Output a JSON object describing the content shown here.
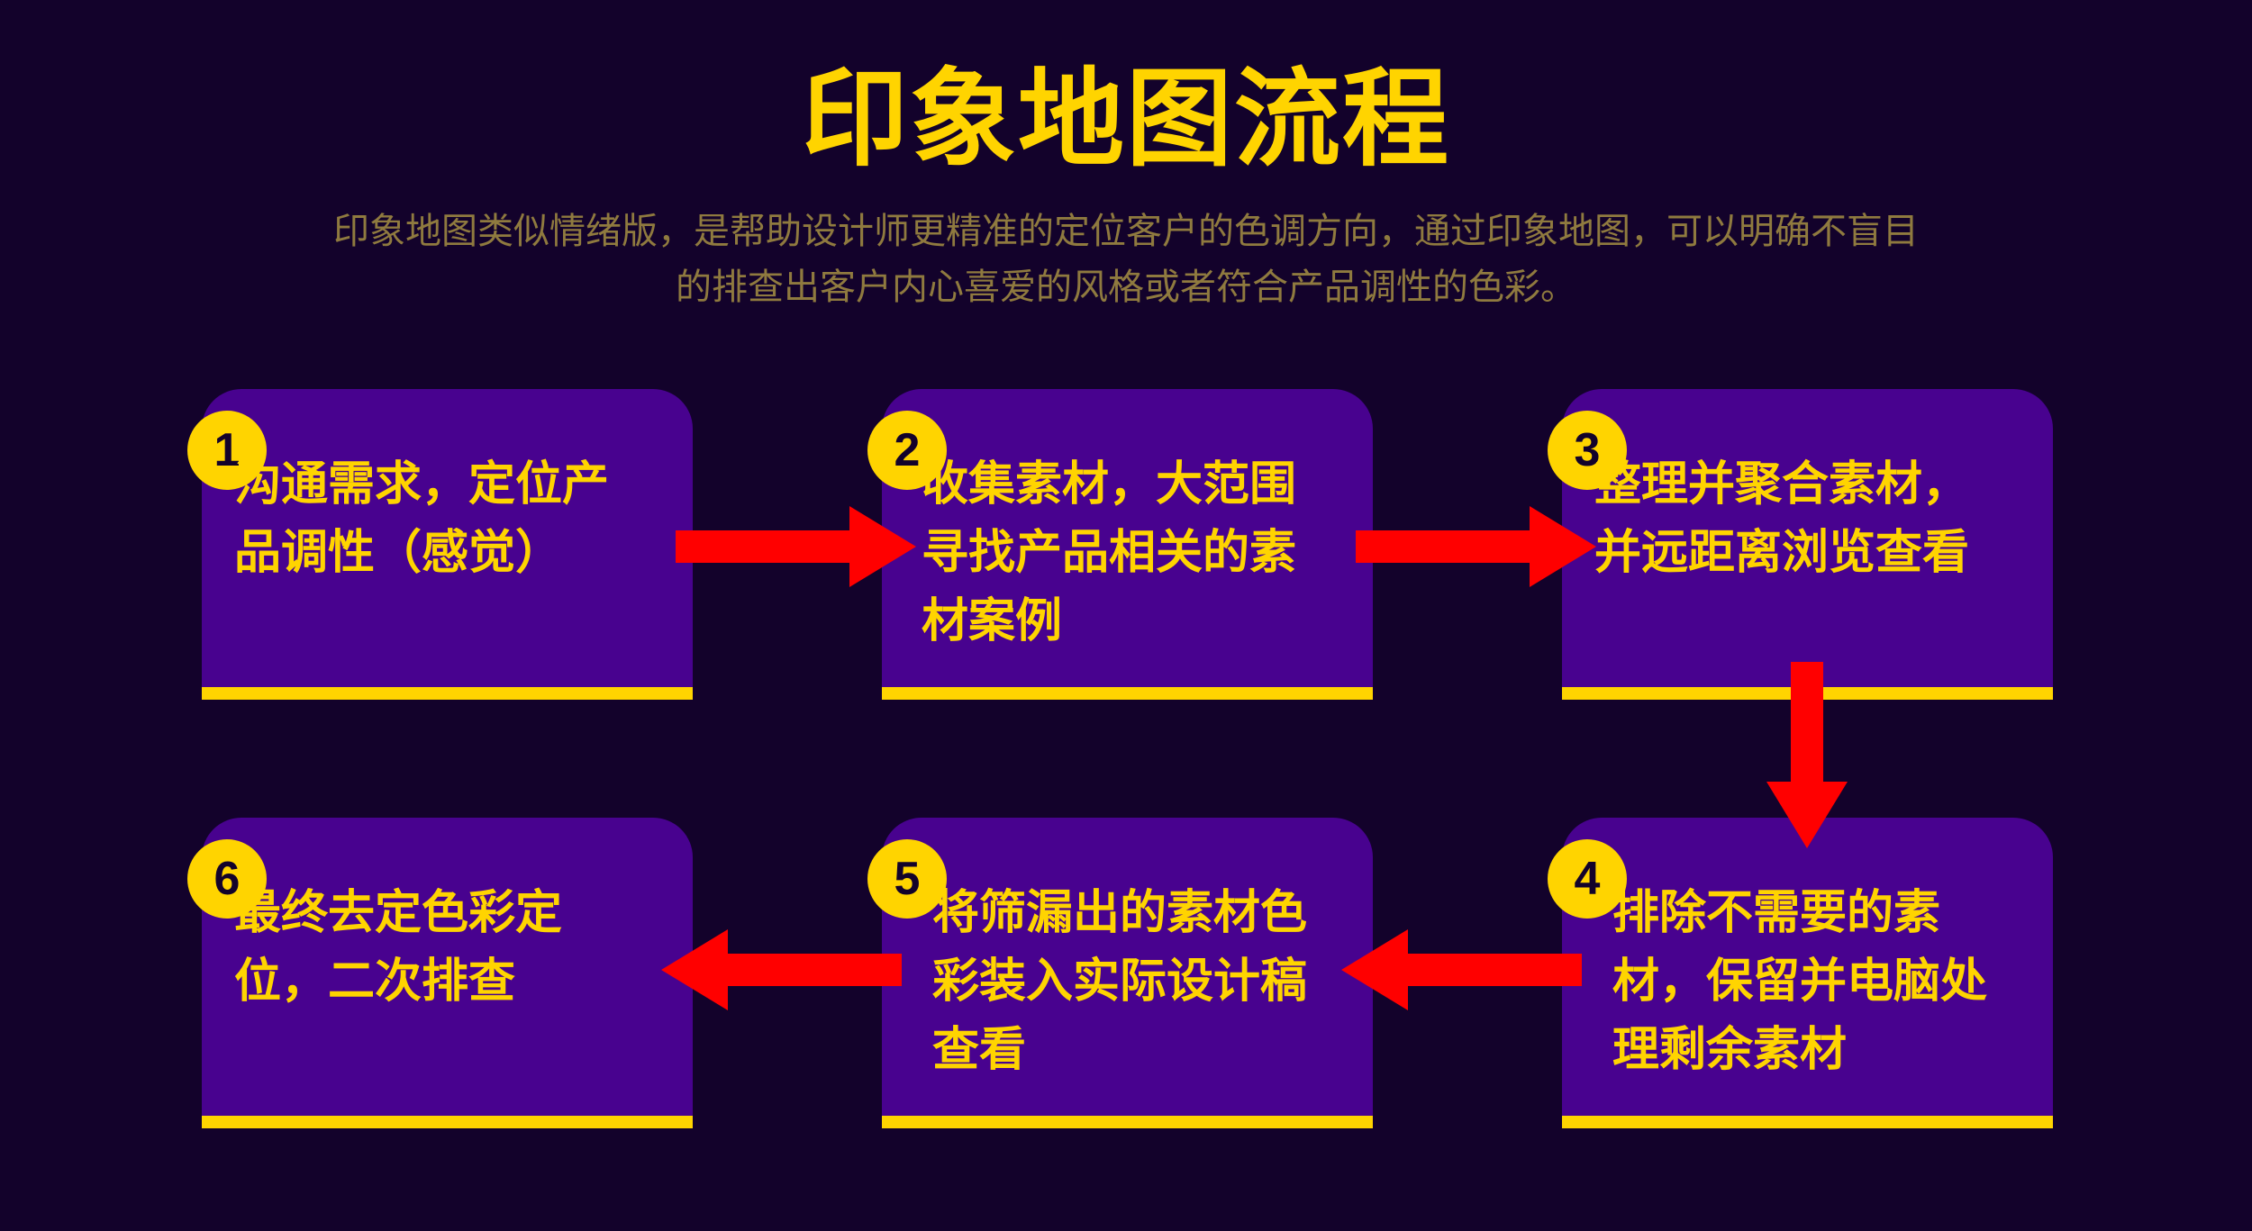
{
  "title": "印象地图流程",
  "subtitle": {
    "line1": "印象地图类似情绪版，是帮助设计师更精准的定位客户的色调方向，通过印象地图，可以明确不盲目",
    "line2": "的排查出客户内心喜爱的风格或者符合产品调性的色彩。"
  },
  "steps": [
    {
      "number": "1",
      "lines": [
        "沟通需求，定位产",
        "品调性（感觉）"
      ]
    },
    {
      "number": "2",
      "lines": [
        "收集素材，大范围",
        "寻找产品相关的素",
        "材案例"
      ]
    },
    {
      "number": "3",
      "lines": [
        "整理并聚合素材，",
        "并远距离浏览查看"
      ]
    },
    {
      "number": "4",
      "lines": [
        "排除不需要的素",
        "材，保留并电脑处",
        "理剩余素材"
      ]
    },
    {
      "number": "5",
      "lines": [
        "将筛漏出的素材色",
        "彩装入实际设计稿",
        "查看"
      ]
    },
    {
      "number": "6",
      "lines": [
        "最终去定色彩定",
        "位，二次排查"
      ]
    }
  ],
  "colors": {
    "background": "#13022b",
    "card": "#48028f",
    "accent": "#ffd400",
    "arrow": "#ff0000",
    "subtitle": "#8f7a3f"
  }
}
